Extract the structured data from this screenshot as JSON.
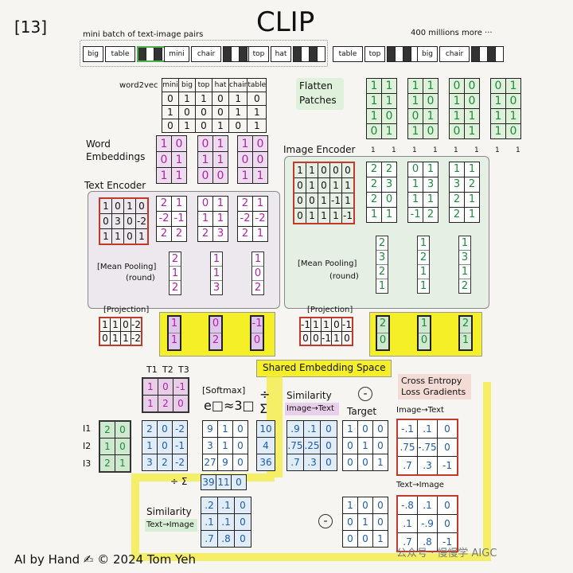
{
  "header": {
    "slide_number": "[13]",
    "title": "CLIP",
    "batch_label": "mini batch of text-image pairs",
    "more_label": "400 millions more ···"
  },
  "pairs": [
    {
      "words": [
        "big",
        "table"
      ]
    },
    {
      "words": [
        "mini",
        "chair"
      ]
    },
    {
      "words": [
        "top",
        "hat"
      ]
    },
    {
      "words": [
        "table",
        "top"
      ]
    },
    {
      "words": [
        "big",
        "chair"
      ]
    }
  ],
  "word2vec": {
    "label": "word2vec",
    "cols": [
      "mini",
      "big",
      "top",
      "hat",
      "chair",
      "table"
    ],
    "rows": [
      [
        "0",
        "1",
        "1",
        "0",
        "1",
        "0"
      ],
      [
        "1",
        "0",
        "0",
        "0",
        "1",
        "1"
      ],
      [
        "0",
        "1",
        "0",
        "1",
        "0",
        "1"
      ]
    ]
  },
  "flatten": {
    "label1": "Flatten",
    "label2": "Patches"
  },
  "patches": [
    [
      [
        "1",
        "1"
      ],
      [
        "1",
        "1"
      ],
      [
        "1",
        "0"
      ],
      [
        "0",
        "1"
      ]
    ],
    [
      [
        "1",
        "1"
      ],
      [
        "1",
        "0"
      ],
      [
        "0",
        "1"
      ],
      [
        "1",
        "0"
      ]
    ],
    [
      [
        "0",
        "0"
      ],
      [
        "1",
        "0"
      ],
      [
        "1",
        "1"
      ],
      [
        "0",
        "1"
      ]
    ],
    [
      [
        "0",
        "1"
      ],
      [
        "1",
        "0"
      ],
      [
        "1",
        "1"
      ],
      [
        "1",
        "0"
      ]
    ]
  ],
  "patch_ones": [
    "1",
    "1",
    "1",
    "1",
    "1",
    "1",
    "1",
    "1"
  ],
  "word_embeddings": {
    "label1": "Word",
    "label2": "Embeddings",
    "mats": [
      [
        [
          "1",
          "0"
        ],
        [
          "0",
          "1"
        ],
        [
          "1",
          "1"
        ]
      ],
      [
        [
          "0",
          "1"
        ],
        [
          "1",
          "1"
        ],
        [
          "0",
          "0"
        ]
      ],
      [
        [
          "1",
          "0"
        ],
        [
          "0",
          "0"
        ],
        [
          "1",
          "1"
        ]
      ]
    ]
  },
  "text_encoder": {
    "label": "Text Encoder",
    "weights": [
      [
        "1",
        "0",
        "1",
        "0"
      ],
      [
        "0",
        "3",
        "0",
        "-2"
      ],
      [
        "1",
        "1",
        "0",
        "1"
      ]
    ],
    "outputs": [
      [
        [
          "2",
          "1"
        ],
        [
          "-2",
          "-1"
        ],
        [
          "2",
          "2"
        ]
      ],
      [
        [
          "0",
          "1"
        ],
        [
          "1",
          "1"
        ],
        [
          "2",
          "3"
        ]
      ],
      [
        [
          "2",
          "1"
        ],
        [
          "-2",
          "-2"
        ],
        [
          "2",
          "1"
        ]
      ]
    ],
    "pool_label1": "[Mean Pooling]",
    "pool_label2": "(round)",
    "pooled": [
      [
        "2",
        "1",
        "2"
      ],
      [
        "1",
        "1",
        "3"
      ],
      [
        "1",
        "0",
        "2"
      ]
    ],
    "proj_label": "[Projection]",
    "proj": [
      [
        "1",
        "1",
        "0",
        "-2"
      ],
      [
        "0",
        "1",
        "1",
        "-2"
      ]
    ],
    "emb": [
      [
        "1",
        "1"
      ],
      [
        "0",
        "2"
      ],
      [
        "-1",
        "0"
      ]
    ]
  },
  "image_encoder": {
    "label": "Image Encoder",
    "weights": [
      [
        "1",
        "1",
        "0",
        "0",
        "0"
      ],
      [
        "0",
        "1",
        "0",
        "1",
        "1"
      ],
      [
        "0",
        "0",
        "1",
        "-1",
        "1"
      ],
      [
        "0",
        "1",
        "1",
        "1",
        "-1"
      ]
    ],
    "outputs": [
      [
        [
          "2",
          "2"
        ],
        [
          "2",
          "3"
        ],
        [
          "2",
          "0"
        ],
        [
          "1",
          "1"
        ]
      ],
      [
        [
          "0",
          "1"
        ],
        [
          "1",
          "3"
        ],
        [
          "1",
          "1"
        ],
        [
          "-1",
          "2"
        ]
      ],
      [
        [
          "1",
          "1"
        ],
        [
          "3",
          "2"
        ],
        [
          "2",
          "1"
        ],
        [
          "2",
          "1"
        ]
      ]
    ],
    "pool_label1": "[Mean Pooling]",
    "pool_label2": "(round)",
    "pooled": [
      [
        "2",
        "3",
        "2",
        "1"
      ],
      [
        "1",
        "2",
        "1",
        "1"
      ],
      [
        "1",
        "3",
        "1",
        "2"
      ]
    ],
    "proj_label": "[Projection]",
    "proj": [
      [
        "-1",
        "1",
        "1",
        "0",
        "-1"
      ],
      [
        "0",
        "0",
        "-1",
        "1",
        "0"
      ]
    ],
    "emb": [
      [
        "2",
        "0"
      ],
      [
        "1",
        "0"
      ],
      [
        "2",
        "1"
      ]
    ]
  },
  "shared": {
    "label": "Shared Embedding Space"
  },
  "T": {
    "labels": [
      "T1",
      "T2",
      "T3"
    ],
    "rows": [
      [
        "1",
        "0",
        "-1"
      ],
      [
        "1",
        "2",
        "0"
      ]
    ]
  },
  "I": {
    "labels": [
      "I1",
      "I2",
      "I3"
    ],
    "rows": [
      [
        "2",
        "0"
      ],
      [
        "1",
        "0"
      ],
      [
        "2",
        "1"
      ]
    ]
  },
  "dot": [
    [
      "2",
      "0",
      "-2"
    ],
    [
      "1",
      "0",
      "-1"
    ],
    [
      "3",
      "2",
      "-2"
    ]
  ],
  "softmax": {
    "label": "[Softmax]",
    "formula": "e□≈3□",
    "exp": [
      [
        "9",
        "1",
        "0"
      ],
      [
        "3",
        "1",
        "0"
      ],
      [
        "27",
        "9",
        "0"
      ]
    ],
    "sum_col": [
      "10",
      "4",
      "36"
    ],
    "div_sigma": "÷ Σ",
    "sum_row": [
      "39",
      "11",
      "0"
    ]
  },
  "sim_it": {
    "title": "Similarity",
    "sub": "Image→Text",
    "rows": [
      [
        ".9",
        ".1",
        "0"
      ],
      [
        ".75",
        ".25",
        "0"
      ],
      [
        ".7",
        ".3",
        "0"
      ]
    ]
  },
  "target": {
    "label": "Target",
    "rows": [
      [
        "1",
        "0",
        "0"
      ],
      [
        "0",
        "1",
        "0"
      ],
      [
        "0",
        "0",
        "1"
      ]
    ]
  },
  "ce": {
    "label1": "Cross Entropy",
    "label2": "Loss Gradients",
    "it_label": "Image→Text",
    "it": [
      [
        "-.1",
        ".1",
        "0"
      ],
      [
        ".75",
        "-.75",
        "0"
      ],
      [
        ".7",
        ".3",
        "-1"
      ]
    ],
    "ti_label": "Text→Image",
    "ti": [
      [
        "-.8",
        ".1",
        "0"
      ],
      [
        ".1",
        "-.9",
        "0"
      ],
      [
        ".7",
        ".8",
        "-1"
      ]
    ]
  },
  "sim_ti": {
    "title": "Similarity",
    "sub": "Text→Image",
    "rows": [
      [
        ".2",
        ".1",
        "0"
      ],
      [
        ".1",
        ".1",
        "0"
      ],
      [
        ".7",
        ".8",
        "0"
      ]
    ]
  },
  "target2": [
    [
      "1",
      "0",
      "0"
    ],
    [
      "0",
      "1",
      "0"
    ],
    [
      "0",
      "0",
      "1"
    ]
  ],
  "footer": {
    "credit": "AI by Hand ✍  ©  2024 Tom Yeh",
    "watermark": "公众号 · 慢慢学 AIGC"
  }
}
